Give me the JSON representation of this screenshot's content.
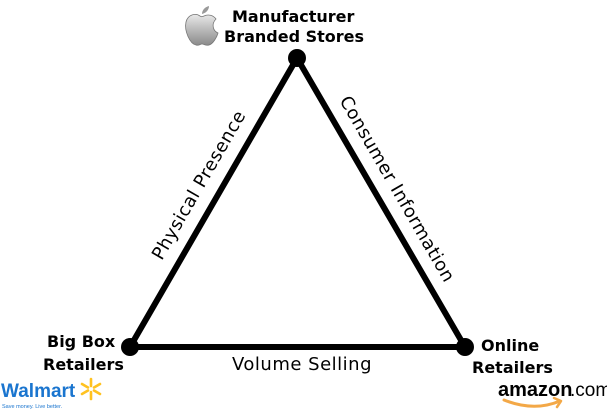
{
  "nodes": {
    "top": {
      "line1": "Manufacturer",
      "line2": "Branded Stores",
      "logo_icon": "apple-logo-icon"
    },
    "left": {
      "line1": "Big Box",
      "line2": "Retailers",
      "logo": {
        "name": "Walmart",
        "tagline": "Save money. Live better.",
        "icon": "walmart-spark-icon",
        "color": "#1a75cf",
        "spark_color": "#ffc220"
      }
    },
    "right": {
      "line1": "Online",
      "line2": "Retailers",
      "logo": {
        "name": "amazon",
        "suffix": ".com",
        "icon": "amazon-smile-icon",
        "smile_color": "#f3a847"
      }
    }
  },
  "edges": {
    "left_side": "Physical Presence",
    "right_side": "Consumer Information",
    "bottom": "Volume Selling"
  }
}
